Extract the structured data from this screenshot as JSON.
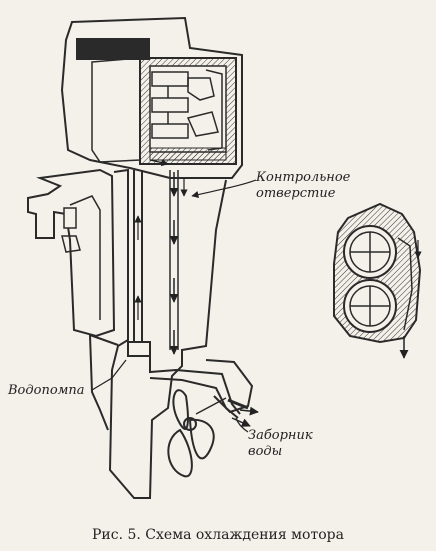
{
  "labels": {
    "control_hole_line1": "Контрольное",
    "control_hole_line2": "отверстие",
    "water_pump": "Водопомпа",
    "intake_line1": "Заборник",
    "intake_line2": "воды"
  },
  "caption": "Рис. 5. Схема охлаждения мотора",
  "colors": {
    "ink": "#2a2a2a",
    "paper": "#f4f1ea"
  }
}
